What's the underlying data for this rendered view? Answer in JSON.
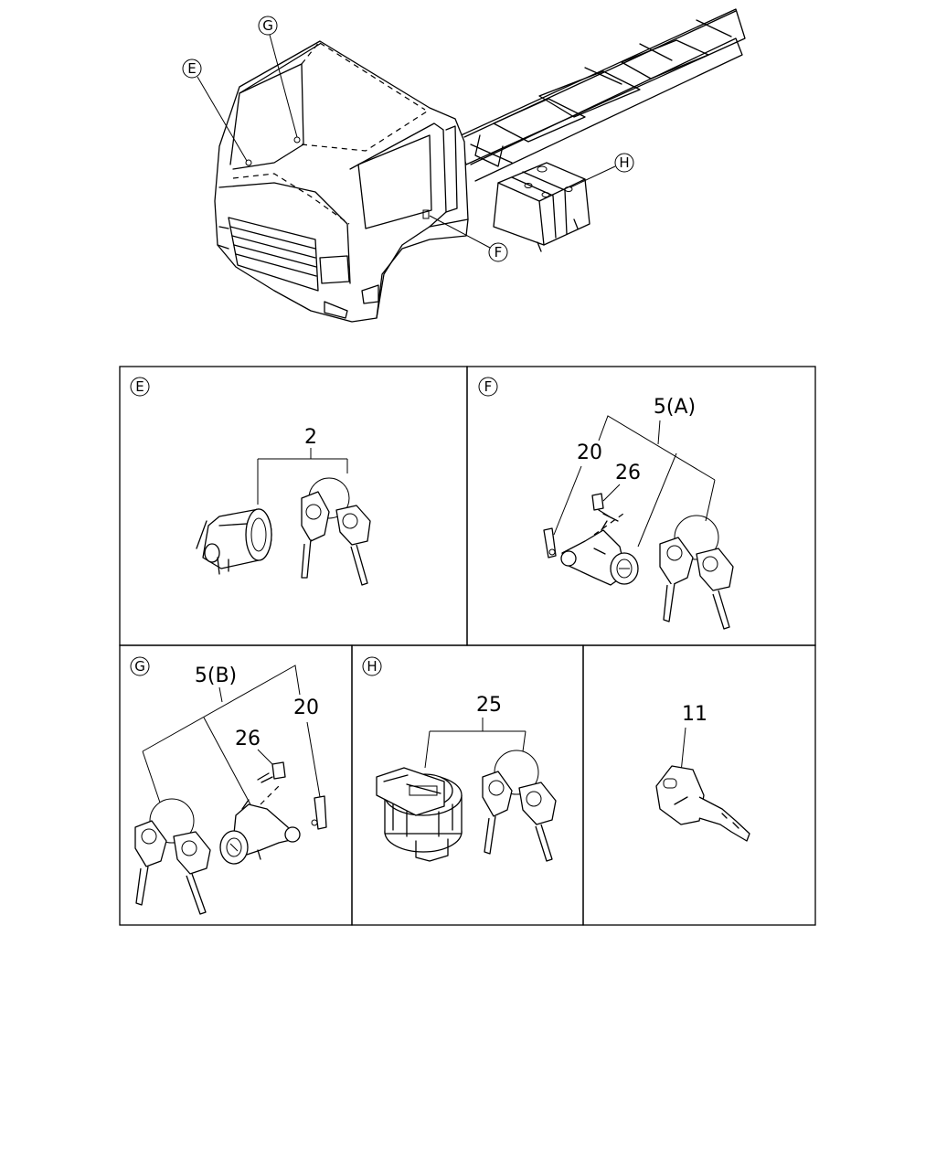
{
  "callouts": {
    "E": "E",
    "F": "F",
    "G": "G",
    "H": "H"
  },
  "panels": [
    {
      "letter": "E",
      "parts": [
        {
          "label": "2"
        }
      ]
    },
    {
      "letter": "F",
      "parts": [
        {
          "label": "5(A)"
        },
        {
          "label": "20"
        },
        {
          "label": "26"
        }
      ]
    },
    {
      "letter": "G",
      "parts": [
        {
          "label": "5(B)"
        },
        {
          "label": "26"
        },
        {
          "label": "20"
        }
      ]
    },
    {
      "letter": "H",
      "parts": [
        {
          "label": "25"
        }
      ]
    },
    {
      "letter": "",
      "parts": [
        {
          "label": "11"
        }
      ]
    }
  ]
}
